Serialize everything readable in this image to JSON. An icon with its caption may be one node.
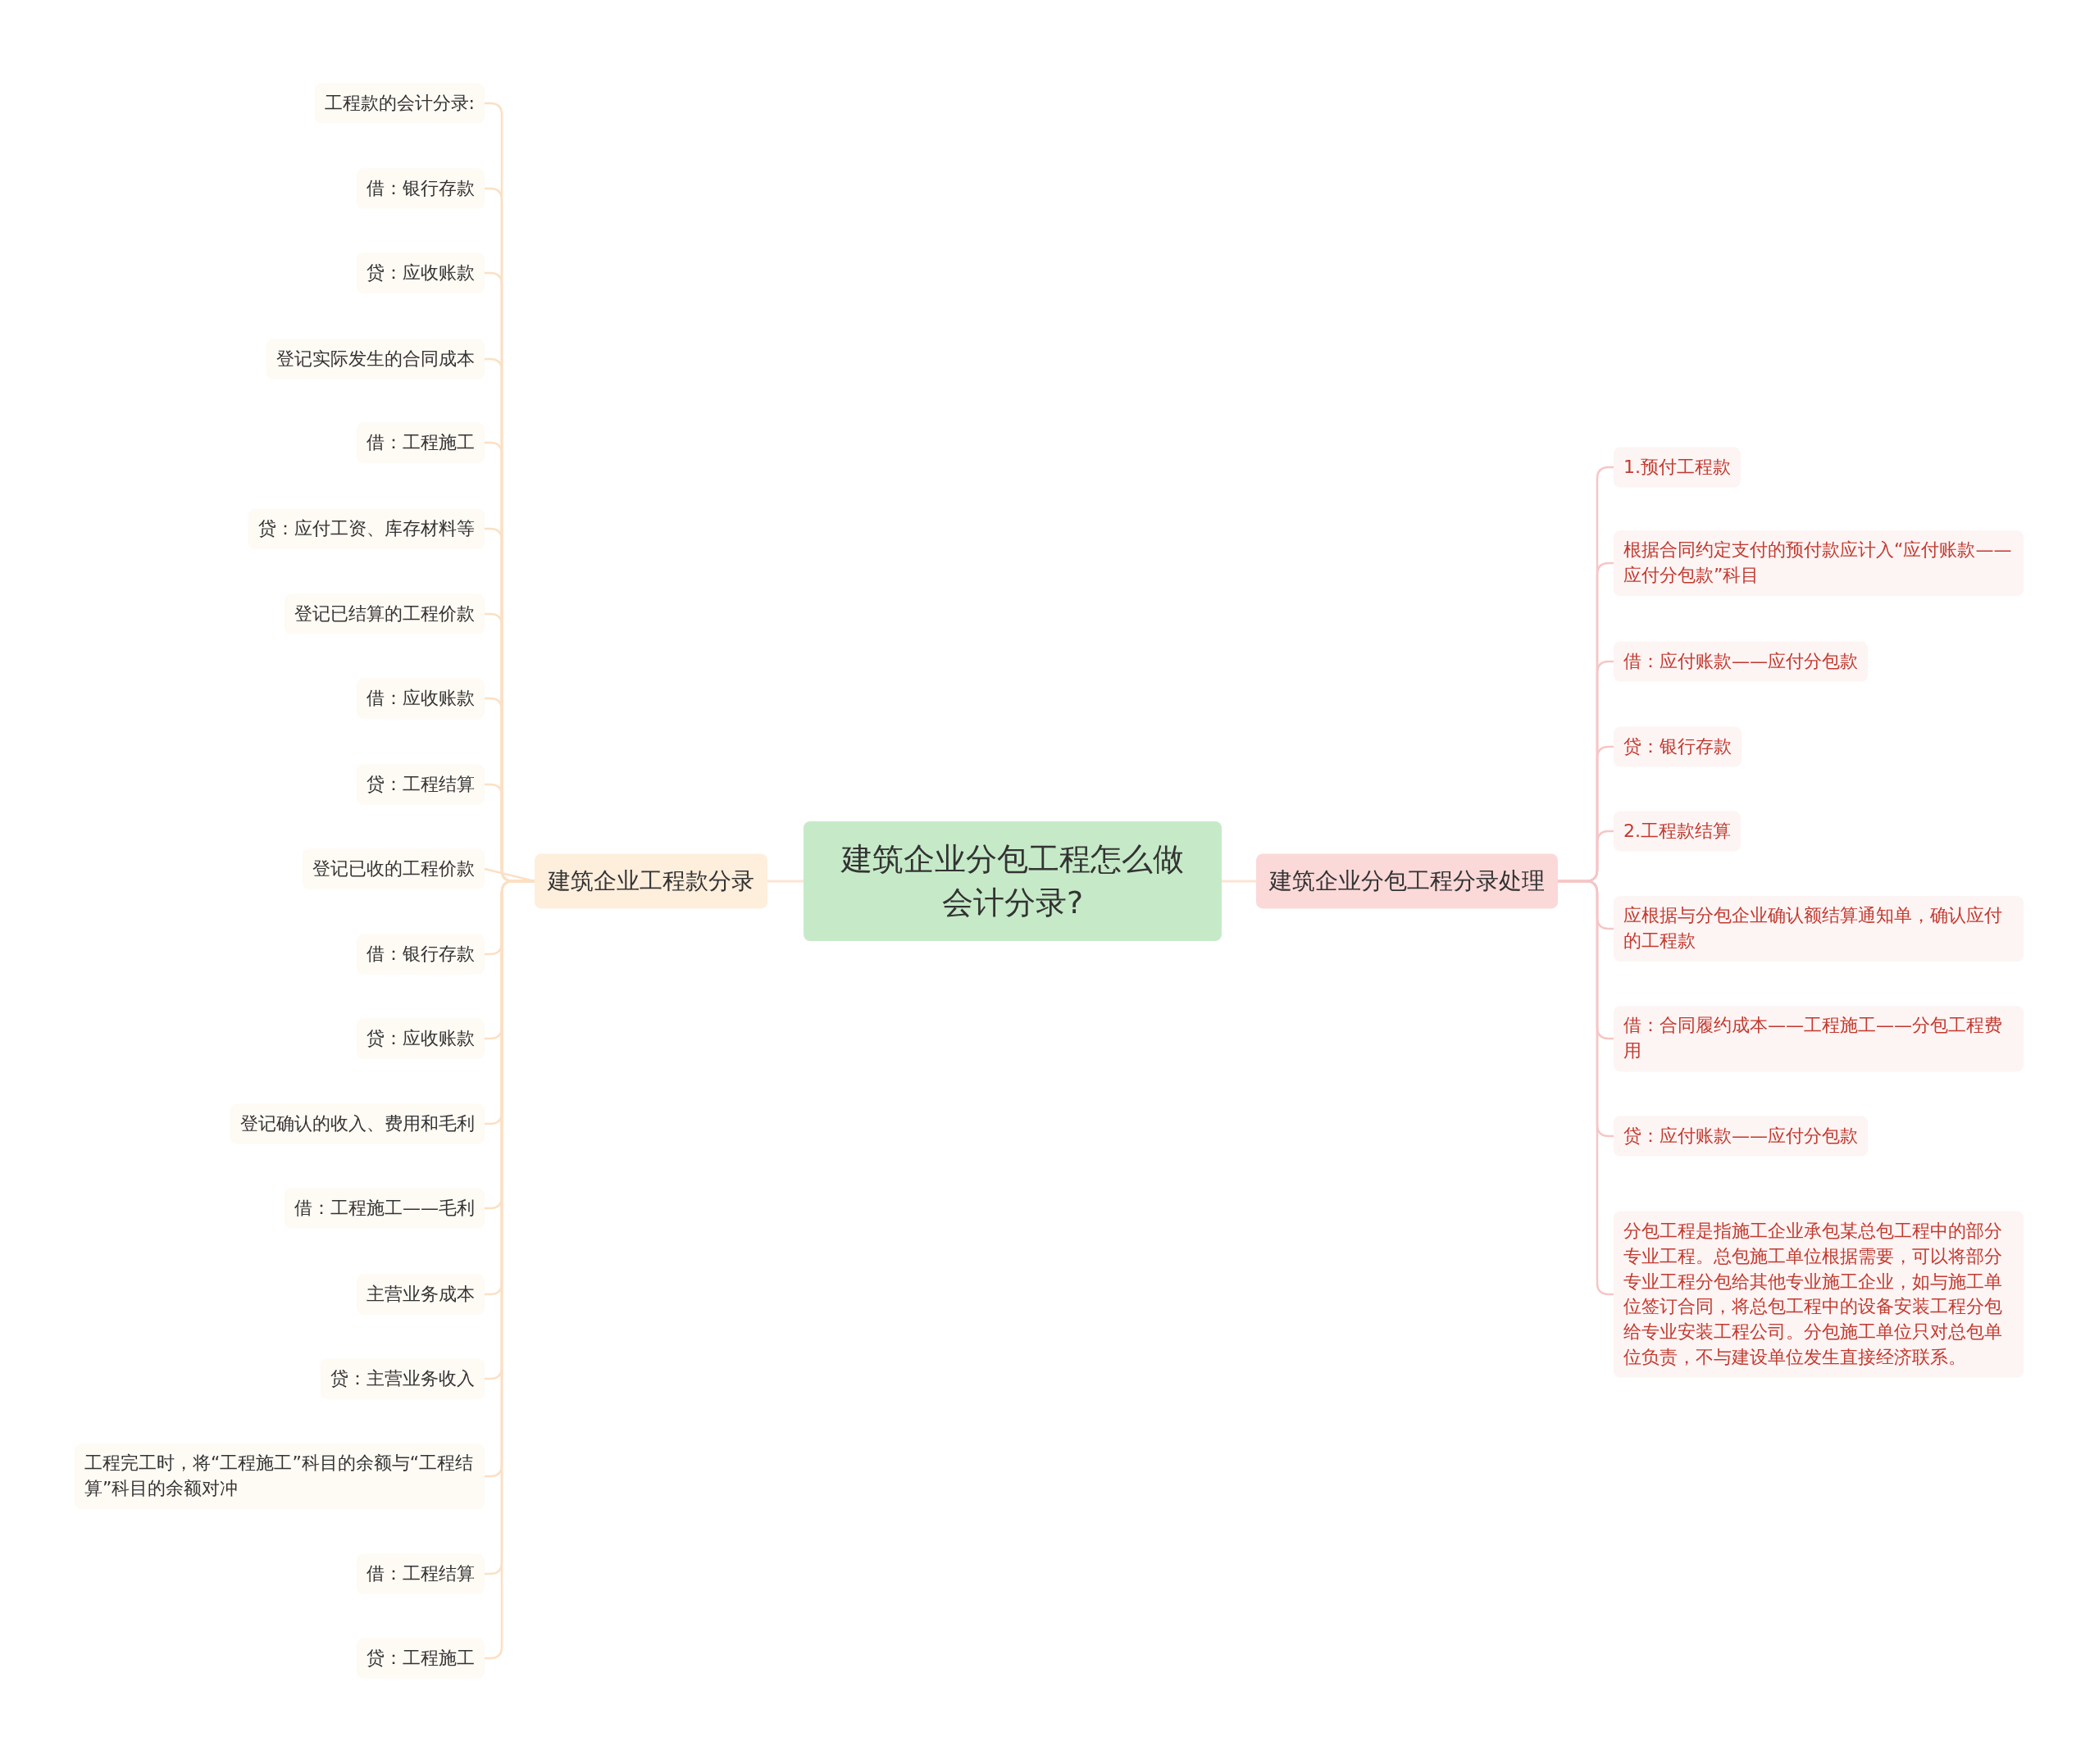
{
  "diagram": {
    "nodes": [
      {
        "text": [
          "建筑企业分包工程怎么做会计分录?"
        ]
      },
      {
        "text": [
          "建筑企业工程款分录"
        ]
      },
      {
        "text": [
          "工程款的会计分录:"
        ]
      },
      {
        "text": [
          "借：银行存款"
        ]
      },
      {
        "text": [
          "贷：应收账款"
        ]
      },
      {
        "text": [
          "登记实际发生的合同成本"
        ]
      },
      {
        "text": [
          "借：工程施工"
        ]
      },
      {
        "text": [
          "贷：应付工资、库存材料等"
        ]
      },
      {
        "text": [
          "登记已结算的工程价款"
        ]
      },
      {
        "text": [
          "借：应收账款"
        ]
      },
      {
        "text": [
          "贷：工程结算"
        ]
      },
      {
        "text": [
          "登记已收的工程价款"
        ]
      },
      {
        "text": [
          "借：银行存款"
        ]
      },
      {
        "text": [
          "贷：应收账款"
        ]
      },
      {
        "text": [
          "登记确认的收入、费用和毛利"
        ]
      },
      {
        "text": [
          "借：工程施工——毛利"
        ]
      },
      {
        "text": [
          "主营业务成本"
        ]
      },
      {
        "text": [
          "贷：主营业务收入"
        ]
      },
      {
        "text": [
          "工程完工时，将“工程施工”科目的余额与“工程结算”科目的余额对冲"
        ]
      },
      {
        "text": [
          "借：工程结算"
        ]
      },
      {
        "text": [
          "贷：工程施工"
        ]
      },
      {
        "text": [
          "建筑企业分包工程分录处理"
        ]
      },
      {
        "text": [
          "1.预付工程款"
        ]
      },
      {
        "text": [
          "根据合同约定支付的预付款应计入“应付账款——应付分包款”科目"
        ]
      },
      {
        "text": [
          "借：应付账款——应付分包款"
        ]
      },
      {
        "text": [
          "贷：银行存款"
        ]
      },
      {
        "text": [
          "2.工程款结算"
        ]
      },
      {
        "text": [
          "应根据与分包企业确认额结算通知单，确认应付的工程款"
        ]
      },
      {
        "text": [
          "借：合同履约成本——工程施工——分包工程费用"
        ]
      },
      {
        "text": [
          "贷：应付账款——应付分包款"
        ]
      },
      {
        "text": [
          "分包工程是指施工企业承包某总包工程中的部分专业工程。总包施工单位根据需要，可以将部分专业工程分包给其他专业施工企业，如与施工单位签订合同，将总包工程中的设备安装工程分包给专业安装工程公司。分包施工单位只对总包单位负责，不与建设单位发生直接经济联系。"
        ]
      }
    ],
    "edges": [
      {
        "from": 0,
        "to": 1,
        "arrow": "none"
      },
      {
        "from": 0,
        "to": 21,
        "arrow": "none"
      },
      {
        "from": 1,
        "to": 2,
        "arrow": "none"
      },
      {
        "from": 1,
        "to": 3,
        "arrow": "none"
      },
      {
        "from": 1,
        "to": 4,
        "arrow": "none"
      },
      {
        "from": 1,
        "to": 5,
        "arrow": "none"
      },
      {
        "from": 1,
        "to": 6,
        "arrow": "none"
      },
      {
        "from": 1,
        "to": 7,
        "arrow": "none"
      },
      {
        "from": 1,
        "to": 8,
        "arrow": "none"
      },
      {
        "from": 1,
        "to": 9,
        "arrow": "none"
      },
      {
        "from": 1,
        "to": 10,
        "arrow": "none"
      },
      {
        "from": 1,
        "to": 11,
        "arrow": "none"
      },
      {
        "from": 1,
        "to": 12,
        "arrow": "none"
      },
      {
        "from": 1,
        "to": 13,
        "arrow": "none"
      },
      {
        "from": 1,
        "to": 14,
        "arrow": "none"
      },
      {
        "from": 1,
        "to": 15,
        "arrow": "none"
      },
      {
        "from": 1,
        "to": 16,
        "arrow": "none"
      },
      {
        "from": 1,
        "to": 17,
        "arrow": "none"
      },
      {
        "from": 1,
        "to": 18,
        "arrow": "none"
      },
      {
        "from": 1,
        "to": 19,
        "arrow": "none"
      },
      {
        "from": 1,
        "to": 20,
        "arrow": "none"
      },
      {
        "from": 21,
        "to": 22,
        "arrow": "none"
      },
      {
        "from": 21,
        "to": 23,
        "arrow": "none"
      },
      {
        "from": 21,
        "to": 24,
        "arrow": "none"
      },
      {
        "from": 21,
        "to": 25,
        "arrow": "none"
      },
      {
        "from": 21,
        "to": 26,
        "arrow": "none"
      },
      {
        "from": 21,
        "to": 27,
        "arrow": "none"
      },
      {
        "from": 21,
        "to": 28,
        "arrow": "none"
      },
      {
        "from": 21,
        "to": 29,
        "arrow": "none"
      },
      {
        "from": 21,
        "to": 30,
        "arrow": "none"
      }
    ]
  }
}
